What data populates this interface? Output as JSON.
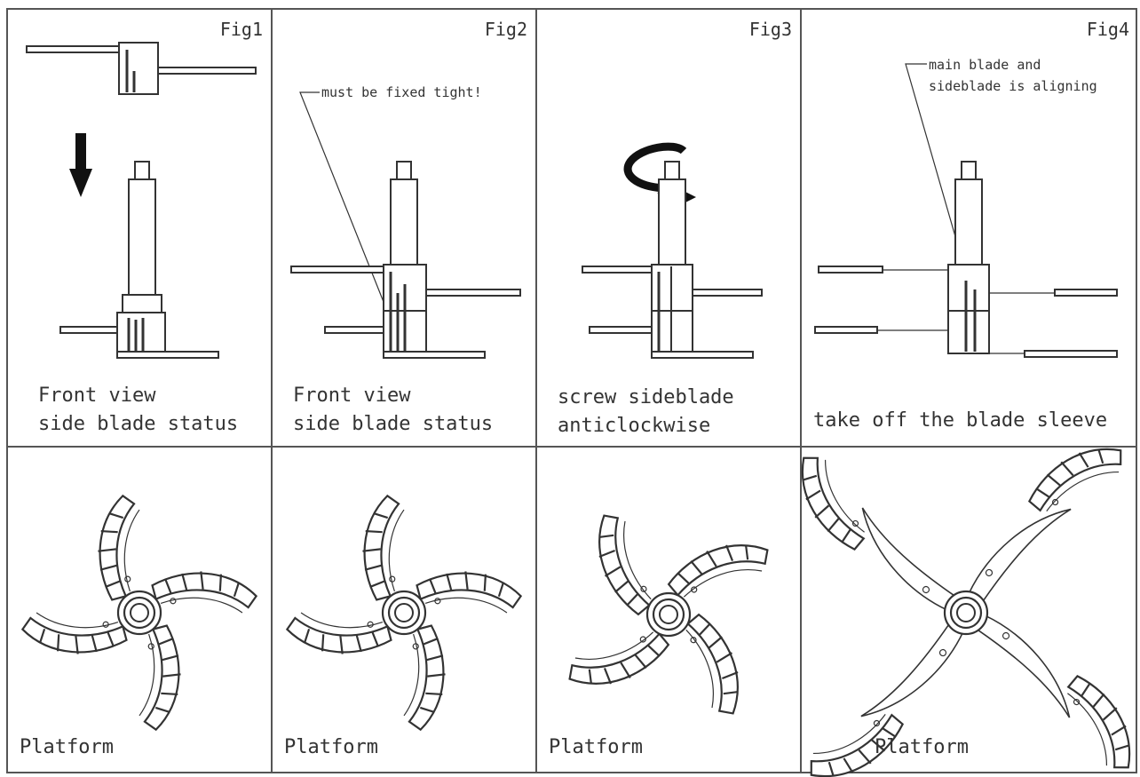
{
  "colors": {
    "ink": "#333333",
    "frame": "#555555",
    "background": "#ffffff"
  },
  "figures": [
    {
      "label": "Fig1",
      "caption": [
        "Front view",
        "side blade status"
      ],
      "note": "",
      "action": "down-arrow-icon"
    },
    {
      "label": "Fig2",
      "caption": [
        "Front view",
        "side blade status"
      ],
      "note": [
        "must be fixed tight!"
      ],
      "action": ""
    },
    {
      "label": "Fig3",
      "caption": [
        "screw sideblade",
        "anticlockwise"
      ],
      "note": "",
      "action": "rotate-arrow-icon"
    },
    {
      "label": "Fig4",
      "caption": [
        "take off the blade sleeve"
      ],
      "note": [
        "main blade and",
        "sideblade is aligning"
      ],
      "action": ""
    }
  ],
  "platforms": [
    {
      "caption": "Platform"
    },
    {
      "caption": "Platform"
    },
    {
      "caption": "Platform"
    },
    {
      "caption": "Platform"
    }
  ]
}
